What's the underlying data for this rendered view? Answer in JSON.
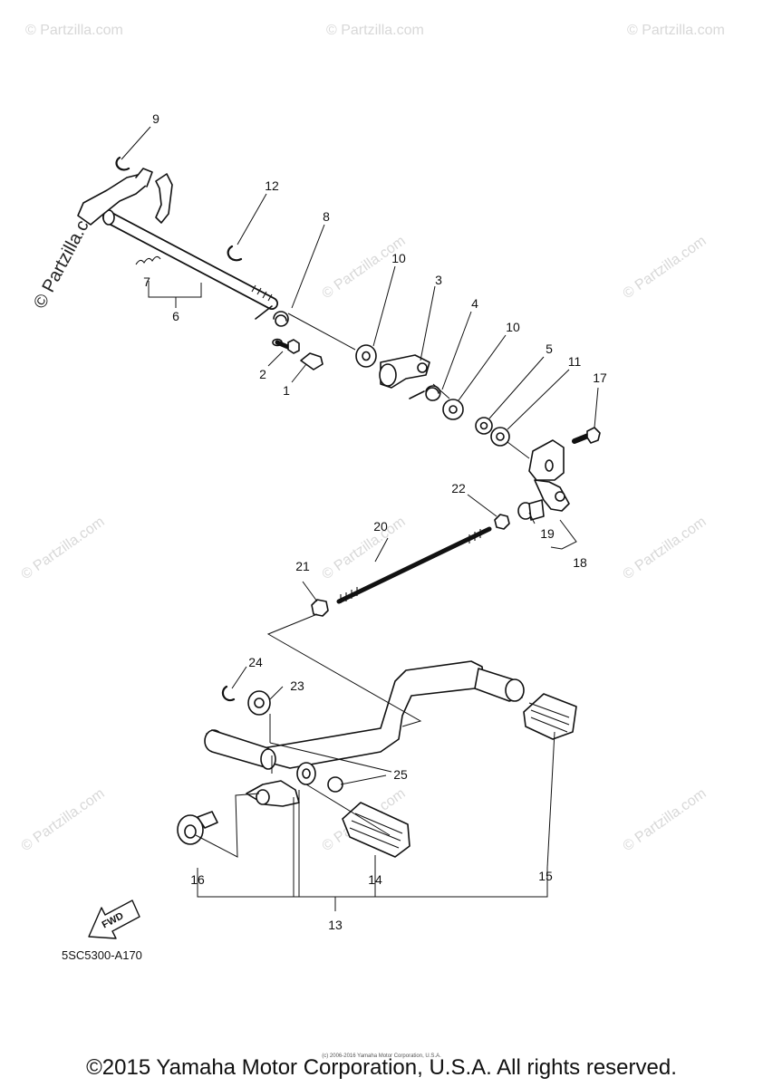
{
  "watermark": {
    "text": "© Partzilla.com"
  },
  "callouts": [
    {
      "id": "9",
      "label": "9"
    },
    {
      "id": "12",
      "label": "12"
    },
    {
      "id": "8",
      "label": "8"
    },
    {
      "id": "7",
      "label": "7"
    },
    {
      "id": "6",
      "label": "6"
    },
    {
      "id": "10a",
      "label": "10"
    },
    {
      "id": "3",
      "label": "3"
    },
    {
      "id": "4",
      "label": "4"
    },
    {
      "id": "10b",
      "label": "10"
    },
    {
      "id": "5",
      "label": "5"
    },
    {
      "id": "11",
      "label": "11"
    },
    {
      "id": "17",
      "label": "17"
    },
    {
      "id": "2",
      "label": "2"
    },
    {
      "id": "1",
      "label": "1"
    },
    {
      "id": "22",
      "label": "22"
    },
    {
      "id": "20",
      "label": "20"
    },
    {
      "id": "19",
      "label": "19"
    },
    {
      "id": "18",
      "label": "18"
    },
    {
      "id": "21",
      "label": "21"
    },
    {
      "id": "24",
      "label": "24"
    },
    {
      "id": "23",
      "label": "23"
    },
    {
      "id": "25",
      "label": "25"
    },
    {
      "id": "16",
      "label": "16"
    },
    {
      "id": "14",
      "label": "14"
    },
    {
      "id": "15",
      "label": "15"
    },
    {
      "id": "13",
      "label": "13"
    }
  ],
  "fwd_label": "FWD",
  "diagram_code": "5SC5300-A170",
  "small_credit": "(c) 2006-2016 Yamaha Motor Corporation, U.S.A.",
  "copyright": "©2015 Yamaha Motor Corporation, U.S.A. All rights reserved."
}
